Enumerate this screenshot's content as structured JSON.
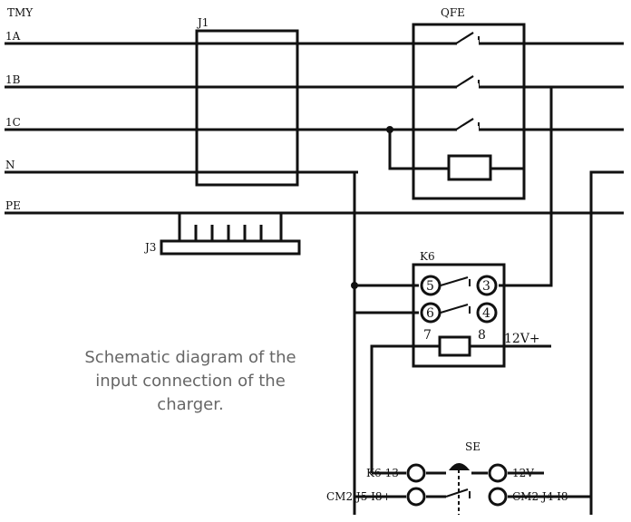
{
  "bus_labels": [
    "TMY",
    "1A",
    "1B",
    "1C",
    "N",
    "PE"
  ],
  "components": {
    "j1": "J1",
    "j3": "J3",
    "qfe": "QFE",
    "k6": "K6",
    "se": "SE"
  },
  "k6_pins": [
    "5",
    "3",
    "6",
    "4",
    "7",
    "8"
  ],
  "k6_coil_label": "12V+",
  "se_labels": {
    "top_left": "K6-13",
    "top_right": "12V-",
    "bottom_left": "CM2 J5 I8+",
    "bottom_right": "CM2 J4 I8"
  },
  "caption": [
    "Schematic diagram of the",
    "input connection of the",
    "charger."
  ]
}
